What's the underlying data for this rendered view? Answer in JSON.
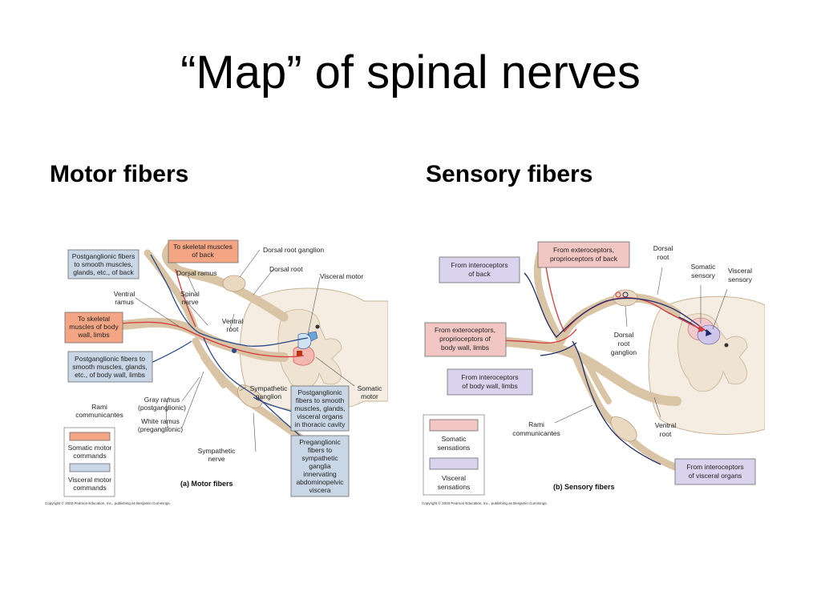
{
  "title": "“Map” of spinal nerves",
  "headings": {
    "motor": "Motor fibers",
    "sensory": "Sensory fibers"
  },
  "motor": {
    "boxes": {
      "post_back": [
        "Postganglionic fibers",
        "to smooth muscles,",
        "glands, etc., of back"
      ],
      "skeletal_back": [
        "To skeletal muscles",
        "of back"
      ],
      "skeletal_body": [
        "To skeletal",
        "muscles of body",
        "wall, limbs"
      ],
      "post_body": [
        "Postganglionic fibers to",
        "smooth muscles, glands,",
        "etc., of body wall, limbs"
      ],
      "post_thoracic": [
        "Postganglionic",
        "fibers to smooth",
        "muscles, glands,",
        "visceral organs",
        "in thoracic cavity"
      ],
      "preganglionic": [
        "Preganglionic",
        "fibers to",
        "sympathetic",
        "ganglia",
        "innervating",
        "abdominopelvic",
        "viscera"
      ]
    },
    "labels": {
      "dorsal_root_ganglion": "Dorsal root ganglion",
      "dorsal_root": "Dorsal root",
      "dorsal_ramus": "Dorsal ramus",
      "visceral_motor": "Visceral motor",
      "ventral_ramus": [
        "Ventral",
        "ramus"
      ],
      "spinal_nerve": [
        "Spinal",
        "nerve"
      ],
      "ventral_root": [
        "Ventral",
        "root"
      ],
      "somatic_motor": [
        "Somatic",
        "motor"
      ],
      "sympathetic_ganglion": [
        "Sympathetic",
        "ganglion"
      ],
      "rami_communicantes": [
        "Rami",
        "communicantes"
      ],
      "gray_ramus": [
        "Gray ramus",
        "(postganglionic)"
      ],
      "white_ramus": [
        "White ramus",
        "(preganglionic)"
      ],
      "sympathetic_nerve": [
        "Sympathetic",
        "nerve"
      ]
    },
    "legend": {
      "somatic": [
        "Somatic motor",
        "commands"
      ],
      "visceral": [
        "Visceral motor",
        "commands"
      ]
    },
    "caption": "(a) Motor fibers",
    "copyright": "Copyright © 2003 Pearson Education, Inc., publishing as Benjamin Cummings."
  },
  "sensory": {
    "boxes": {
      "intero_back": [
        "From interoceptors",
        "of back"
      ],
      "extero_back": [
        "From exteroceptors,",
        "proprioceptors of back"
      ],
      "extero_body": [
        "From exteroceptors,",
        "proprioceptors of",
        "body wall, limbs"
      ],
      "intero_body": [
        "From interoceptors",
        "of body wall, limbs"
      ],
      "intero_visceral": [
        "From interoceptors",
        "of visceral organs"
      ]
    },
    "labels": {
      "dorsal_root": [
        "Dorsal",
        "root"
      ],
      "somatic_sensory": [
        "Somatic",
        "sensory"
      ],
      "visceral_sensory": [
        "Visceral",
        "sensory"
      ],
      "dorsal_root_ganglion": [
        "Dorsal",
        "root",
        "ganglion"
      ],
      "rami_communicantes": [
        "Rami",
        "communicantes"
      ],
      "ventral_root": [
        "Ventral",
        "root"
      ]
    },
    "legend": {
      "somatic": [
        "Somatic",
        "sensations"
      ],
      "visceral": [
        "Visceral",
        "sensations"
      ]
    },
    "caption": "(b) Sensory fibers",
    "copyright": "Copyright © 2003 Pearson Education, Inc., publishing as Benjamin Cummings."
  },
  "colors": {
    "somatic_motor": "#f4a583",
    "visceral_motor": "#c9d6e6",
    "somatic_sensory": "#f2c6c2",
    "visceral_sensory": "#d9d3ee",
    "nerve": "#ead9c1"
  }
}
